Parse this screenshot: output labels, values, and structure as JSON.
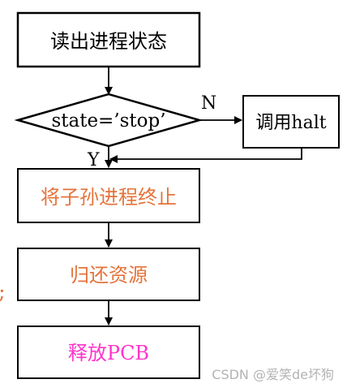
{
  "diagram": {
    "read_state": "读出进程状态",
    "decision": "state=’stop’",
    "no_label": "N",
    "yes_label": "Y",
    "call_halt": "调用halt",
    "terminate_children": "将子孙进程终止",
    "return_resources": "归还资源",
    "release_pcb": "释放PCB"
  },
  "colors": {
    "stroke": "#000000",
    "text_default": "#000000",
    "text_orange": "#e4733a",
    "text_magenta": "#ff33cc",
    "watermark": "#b3b3b3",
    "partial_glyph": "#e4733a"
  },
  "watermark": "CSDN @爱笑de坏狗",
  "partial_glyph": ";"
}
